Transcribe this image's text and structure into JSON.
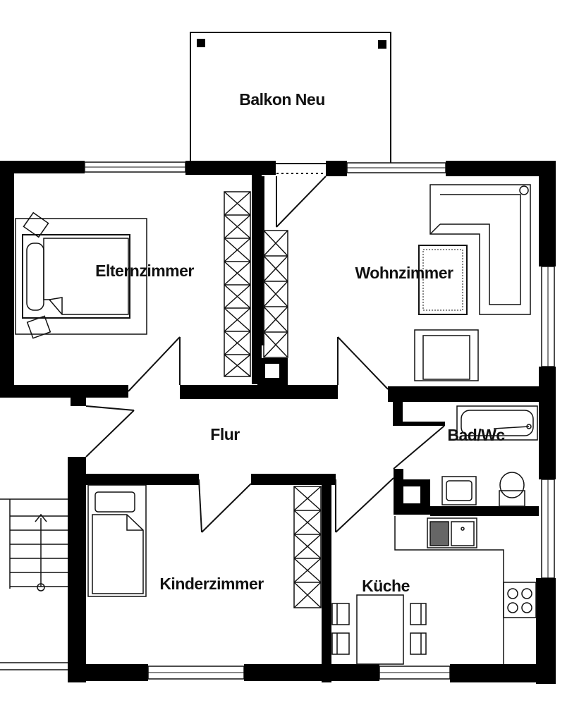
{
  "plan": {
    "rooms": [
      {
        "id": "balkon",
        "label": "Balkon Neu"
      },
      {
        "id": "eltern",
        "label": "Elternzimmer"
      },
      {
        "id": "wohn",
        "label": "Wohnzimmer"
      },
      {
        "id": "flur",
        "label": "Flur"
      },
      {
        "id": "bad",
        "label": "Bad/Wc"
      },
      {
        "id": "kinder",
        "label": "Kinderzimmer"
      },
      {
        "id": "kueche",
        "label": "Küche"
      }
    ]
  }
}
